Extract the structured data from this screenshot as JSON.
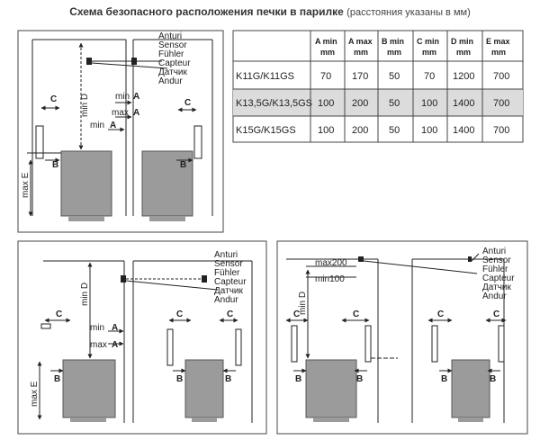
{
  "title": {
    "main": "Схема безопасного расположения печки в парилке",
    "note": "(расстояния указаны в мм)"
  },
  "sensor_labels": [
    "Anturi",
    "Sensor",
    "Fühler",
    "Capteur",
    "Датчик",
    "Andur"
  ],
  "dim_labels": {
    "a": "A",
    "b": "B",
    "c": "C",
    "min_d": "min D",
    "max_e": "max E",
    "min": "min",
    "max": "max",
    "max200": "max200",
    "min100": "min100"
  },
  "table": {
    "headers": [
      [
        "",
        ""
      ],
      [
        "A min",
        "mm"
      ],
      [
        "A max",
        "mm"
      ],
      [
        "B min",
        "mm"
      ],
      [
        "C min",
        "mm"
      ],
      [
        "D min",
        "mm"
      ],
      [
        "E max",
        "mm"
      ]
    ],
    "rows": [
      {
        "model": "K11G/K11GS",
        "values": [
          "70",
          "170",
          "50",
          "70",
          "1200",
          "700"
        ]
      },
      {
        "model": "K13,5G/K13,5GS",
        "values": [
          "100",
          "200",
          "50",
          "100",
          "1400",
          "700"
        ]
      },
      {
        "model": "K15G/K15GS",
        "values": [
          "100",
          "200",
          "50",
          "100",
          "1400",
          "700"
        ]
      }
    ],
    "highlight_color": "#dcdcdc"
  },
  "colors": {
    "stove": "#9b9b9b",
    "lines": "#222222",
    "panel_border": "#444444"
  }
}
